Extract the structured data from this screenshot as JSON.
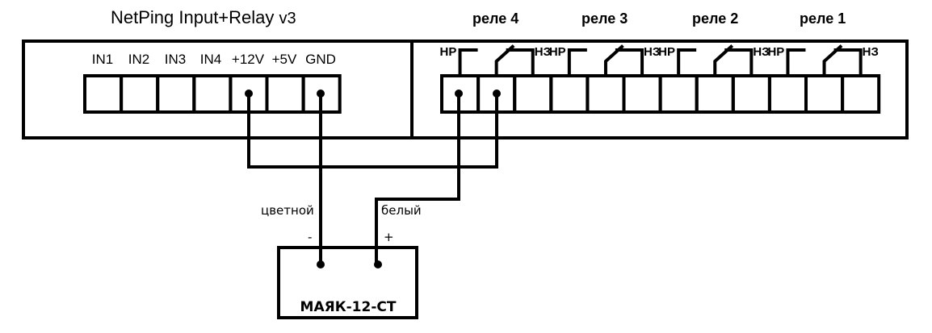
{
  "device": {
    "title": "NetPing Input+Relay",
    "version": "v3",
    "input_terminals": [
      "IN1",
      "IN2",
      "IN3",
      "IN4",
      "+12V",
      "+5V",
      "GND"
    ],
    "relays": [
      {
        "label": "реле 4",
        "no": "НР",
        "nc": "НЗ"
      },
      {
        "label": "реле 3",
        "no": "НР",
        "nc": "НЗ"
      },
      {
        "label": "реле 2",
        "no": "НР",
        "nc": "НЗ"
      },
      {
        "label": "реле 1",
        "no": "НР",
        "nc": "НЗ"
      }
    ]
  },
  "beacon": {
    "name": "МАЯК-12-СТ",
    "minus_label": "-",
    "plus_label": "+"
  },
  "wires": {
    "colored": "цветной",
    "white": "белый"
  },
  "connections": [
    {
      "from": "+12V",
      "to": "реле 4 common"
    },
    {
      "from": "GND",
      "to": "МАЯК-12-СТ -",
      "wire": "цветной"
    },
    {
      "from": "реле 4 НР",
      "to": "МАЯК-12-СТ +",
      "wire": "белый"
    }
  ],
  "colors": {
    "line": "#000000",
    "background": "#ffffff"
  }
}
